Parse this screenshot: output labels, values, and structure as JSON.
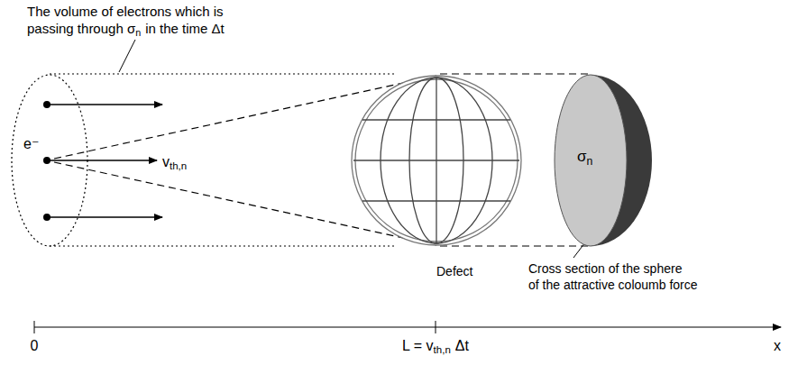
{
  "diagram": {
    "nodes": [
      {
        "text": [
          "e⁻"
        ]
      },
      {
        "text": [
          "Defect"
        ]
      },
      {
        "text": [
          "σ",
          "n"
        ]
      }
    ],
    "labels": [
      "The volume of electrons which is",
      "passing through σ",
      "n",
      "in the time Δt",
      "v",
      "th,n",
      "Cross section of the sphere",
      "of the attractive coloumb force",
      "0",
      "L = v",
      "th,n",
      "Δt",
      "x"
    ]
  }
}
